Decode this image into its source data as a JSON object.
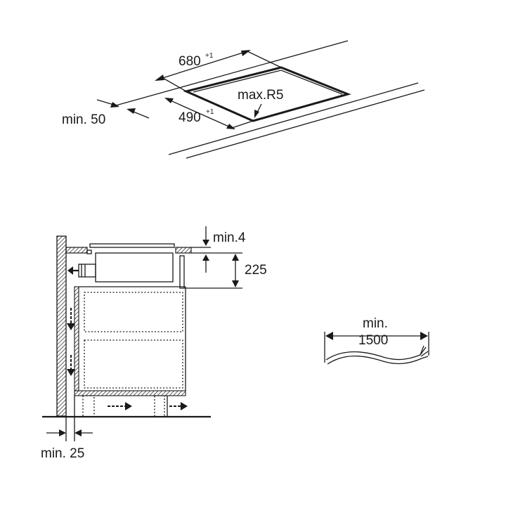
{
  "cutout": {
    "width_label": "680",
    "width_tolerance": "+1",
    "depth_label": "490",
    "depth_tolerance": "+1",
    "radius_label": "max.R5",
    "edge_distance_label": "min. 50"
  },
  "section": {
    "gap_label": "min.4",
    "height_label": "225",
    "wall_distance_label": "min. 25"
  },
  "cable": {
    "length_label_line1": "min.",
    "length_label_line2": "1500"
  }
}
